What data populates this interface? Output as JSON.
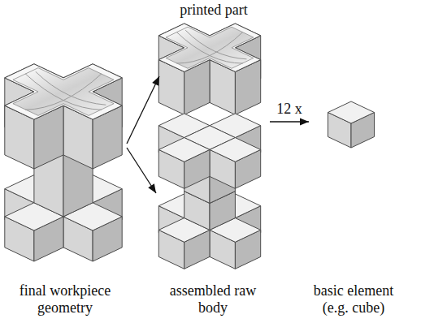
{
  "diagram": {
    "nodes": [
      {
        "text": [
          "final workpiece geometry"
        ]
      },
      {
        "text": [
          "printed part"
        ]
      },
      {
        "text": [
          "assembled raw body"
        ]
      },
      {
        "text": [
          "basic element (e.g. cube)"
        ]
      }
    ],
    "edges": [
      {
        "from": 0,
        "to": 1,
        "arrow": "to"
      },
      {
        "from": 0,
        "to": 2,
        "arrow": "to"
      },
      {
        "from": 2,
        "to": 3,
        "label": "12 x",
        "arrow": "to"
      }
    ]
  }
}
